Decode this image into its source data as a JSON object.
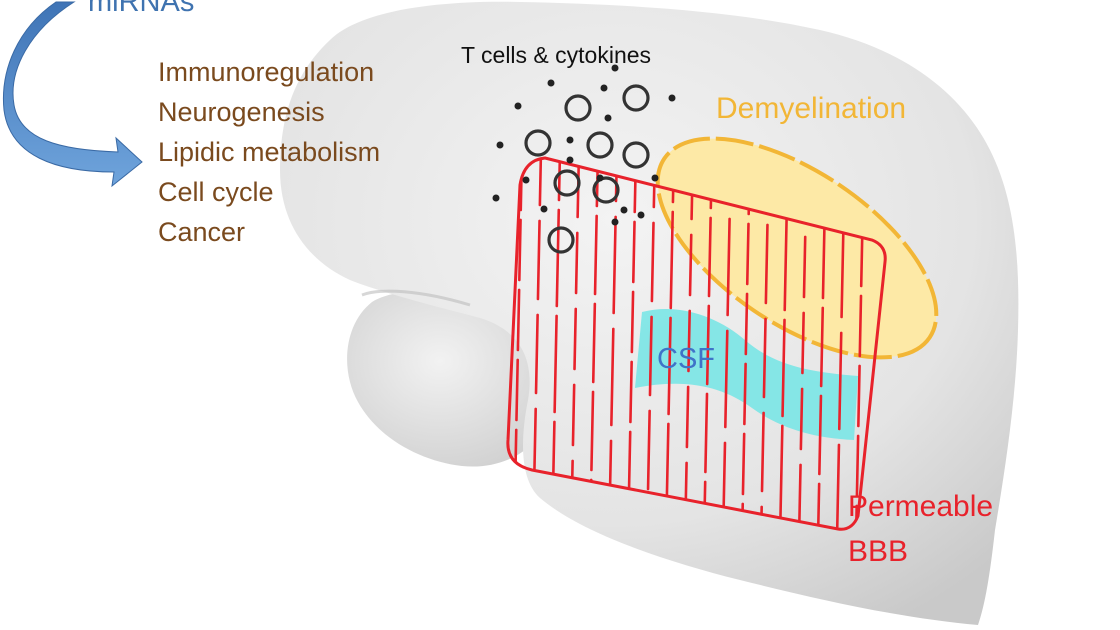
{
  "mirnas": {
    "title": "miRNAs",
    "roles": [
      "Immunoregulation",
      "Neurogenesis",
      "Lipidic metabolism",
      "Cell cycle",
      "Cancer"
    ]
  },
  "tcells": {
    "label": "T cells & cytokines"
  },
  "demyelination": {
    "label": "Demyelination"
  },
  "csf": {
    "label": "CSF"
  },
  "bbb": {
    "line1": "Permeable",
    "line2": "BBB"
  },
  "colors": {
    "arrow": "#4f86c6",
    "roles_text": "#7a4a1e",
    "demyelination": "#f2b636",
    "demyelination_fill": "#fde9a6",
    "csf_fill": "#7fe6e6",
    "csf_text": "#3f73c8",
    "bbb": "#e8222b",
    "brain": "#e6e6e6"
  }
}
